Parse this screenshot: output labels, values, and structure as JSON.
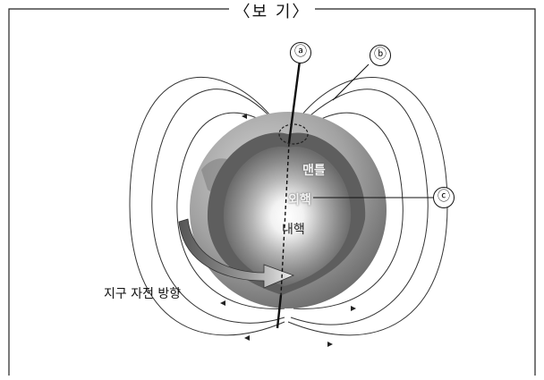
{
  "box_title": "〈보 기〉",
  "labels": {
    "a": "ⓐ",
    "b": "ⓑ",
    "c": "ⓒ",
    "mantle": "맨틀",
    "outer_core": "외핵",
    "inner_core": "내핵",
    "rotation": "지구 자전 방향"
  },
  "colors": {
    "earth_shell": "#9a9a9a",
    "mantle": "#6e6e6e",
    "outer_core": "#8c8c8c",
    "inner_core": "#ffffff"
  }
}
